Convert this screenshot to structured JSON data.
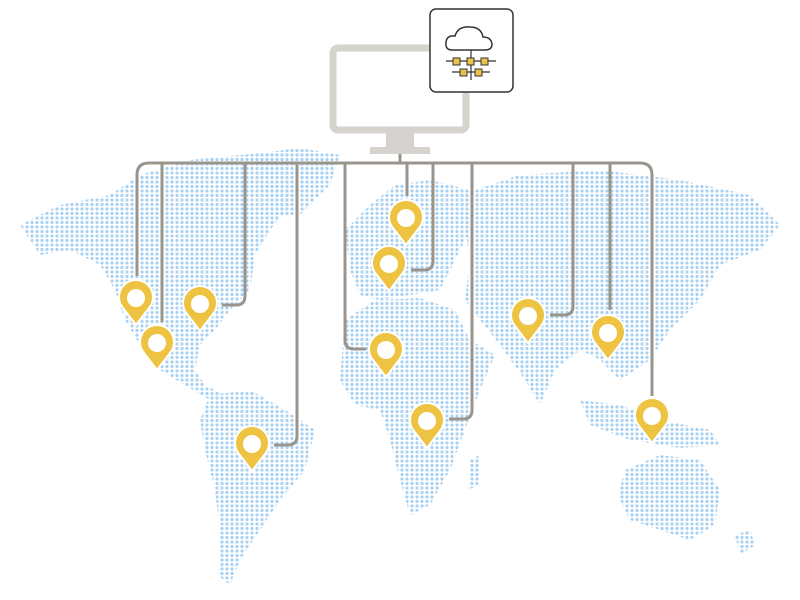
{
  "colors": {
    "map_dots": "#a9d1f2",
    "connector": "#9a958c",
    "monitor": "#d6d3ce",
    "pin": "#efc342",
    "node": "#e8c54a",
    "icon_stroke": "#333333"
  },
  "icons": {
    "monitor": "desktop-monitor-icon",
    "cloud": "cloud-network-icon",
    "pin": "map-pin-icon"
  },
  "pins": [
    {
      "region": "north-america-west"
    },
    {
      "region": "mexico"
    },
    {
      "region": "north-america-east"
    },
    {
      "region": "south-america"
    },
    {
      "region": "northern-europe"
    },
    {
      "region": "western-europe"
    },
    {
      "region": "west-africa"
    },
    {
      "region": "central-africa"
    },
    {
      "region": "south-asia"
    },
    {
      "region": "east-asia"
    },
    {
      "region": "southeast-asia"
    }
  ]
}
